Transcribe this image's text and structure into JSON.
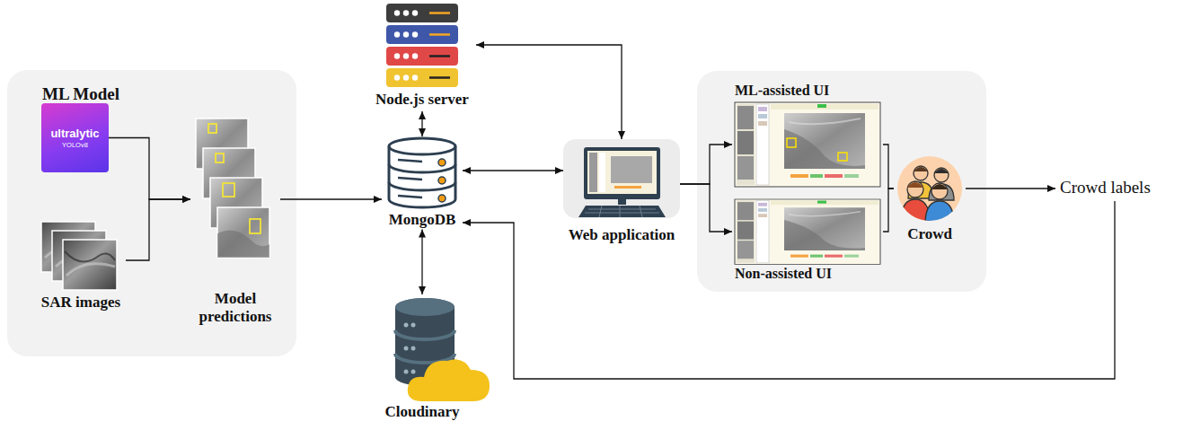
{
  "diagram": {
    "nodes": [
      {
        "text": [
          "ML Model"
        ]
      },
      {
        "text": [
          "ultralytic",
          "YOLOv8"
        ],
        "in": 0
      },
      {
        "text": [
          "SAR images"
        ],
        "in": 0
      },
      {
        "text": [
          "Model predictions"
        ],
        "in": 0
      },
      {
        "text": [
          "Node.js server"
        ]
      },
      {
        "text": [
          "MongoDB"
        ]
      },
      {
        "text": [
          "Cloudinary"
        ]
      },
      {
        "text": [
          "Web application"
        ]
      },
      {
        "text": [
          "ML-assisted UI"
        ]
      },
      {
        "text": [
          "Non-assisted UI"
        ]
      },
      {
        "text": [
          "Crowd"
        ]
      },
      {
        "text": [
          "Crowd labels"
        ]
      }
    ],
    "edges": [
      {
        "from": 1,
        "to": 3,
        "arrow": "to"
      },
      {
        "from": 2,
        "to": 3,
        "arrow": "to"
      },
      {
        "from": 3,
        "to": 5,
        "arrow": "to"
      },
      {
        "from": 4,
        "to": 5,
        "arrow": "both"
      },
      {
        "from": 5,
        "to": 6,
        "arrow": "both"
      },
      {
        "from": 5,
        "to": 7,
        "arrow": "both"
      },
      {
        "from": 4,
        "to": 7,
        "arrow": "both"
      },
      {
        "from": 7,
        "to": 8,
        "arrow": "to"
      },
      {
        "from": 7,
        "to": 9,
        "arrow": "to"
      },
      {
        "from": 8,
        "to": 10,
        "arrow": "none"
      },
      {
        "from": 9,
        "to": 10,
        "arrow": "none"
      },
      {
        "from": 10,
        "to": 11,
        "arrow": "to"
      },
      {
        "from": 11,
        "to": 5,
        "arrow": "to"
      }
    ]
  }
}
